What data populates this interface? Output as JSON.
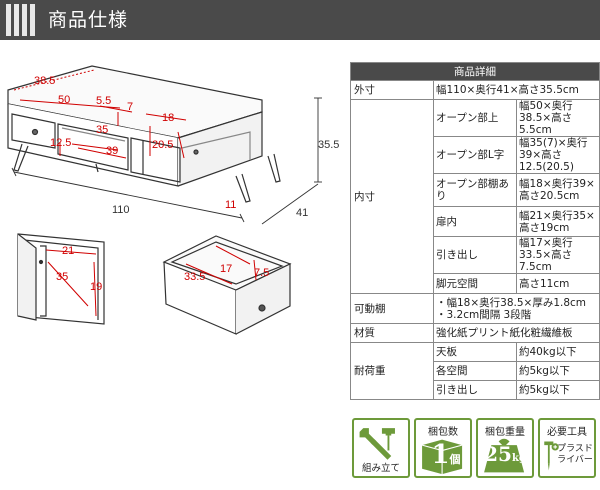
{
  "header": {
    "title": "商品仕様"
  },
  "dims": {
    "d38_5": "38.5",
    "d50": "50",
    "d5_5": "5.5",
    "d7": "7",
    "d35": "35",
    "d12_5": "12.5",
    "d39": "39",
    "d18": "18",
    "d20_5": "20.5",
    "d11": "11",
    "d35_5": "35.5",
    "d110": "110",
    "d41": "41",
    "d21": "21",
    "d35b": "35",
    "d19": "19",
    "d33_5": "33.5",
    "d17": "17",
    "d7_5": "7.5"
  },
  "spec": {
    "caption": "商品詳細",
    "gaisun_label": "外寸",
    "gaisun_value": "幅110×奥行41×高さ35.5cm",
    "naisun_label": "内寸",
    "naisun_rows": [
      {
        "label": "オープン部上",
        "value": "幅50×奥行38.5×高さ5.5cm"
      },
      {
        "label": "オープン部L字",
        "value": "幅35(7)×奥行39×高さ12.5(20.5)"
      },
      {
        "label": "オープン部棚あり",
        "value": "幅18×奥行39×高さ20.5cm"
      },
      {
        "label": "扉内",
        "value": "幅21×奥行35×高さ19cm"
      },
      {
        "label": "引き出し",
        "value": "幅17×奥行33.5×高さ7.5cm"
      },
      {
        "label": "脚元空間",
        "value": "高さ11cm"
      }
    ],
    "kadou_label": "可動棚",
    "kadou_value1": "・幅18×奥行38.5×厚み1.8cm",
    "kadou_value2": "・3.2cm間隔 3段階",
    "zaishitsu_label": "材質",
    "zaishitsu_value": "強化紙プリント紙化粧繊維板",
    "taika_label": "耐荷重",
    "taika_rows": [
      {
        "label": "天板",
        "value": "約40kg以下"
      },
      {
        "label": "各空間",
        "value": "約5kg以下"
      },
      {
        "label": "引き出し",
        "value": "約5kg以下"
      }
    ]
  },
  "badges": {
    "assembly": {
      "caption": "組み立て"
    },
    "packages": {
      "title": "梱包数",
      "number": "1",
      "unit": "個"
    },
    "weight": {
      "title": "梱包重量",
      "number": "25",
      "unit": "kg"
    },
    "tools": {
      "title": "必要工具",
      "tool": "プラスドライバー"
    }
  },
  "colors": {
    "header_bg": "#4a4a4a",
    "dimension_red": "#d00000",
    "badge_green": "#6d9a3a"
  }
}
